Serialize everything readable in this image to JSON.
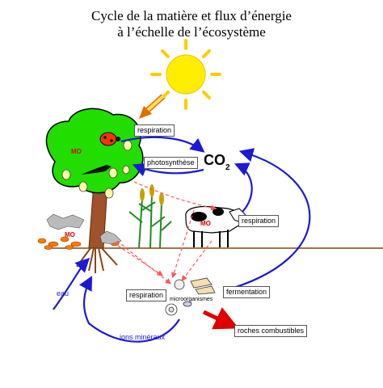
{
  "title": {
    "line1": "Cycle de la matière et flux d’énergie",
    "line2": "à l’échelle de l’écosystème"
  },
  "labels": {
    "respiration_tree": "respiration",
    "photosynthese": "photosynthèse",
    "co2_main": "CO",
    "co2_sub": "2",
    "respiration_cow": "respiration",
    "respiration_soil": "respiration",
    "fermentation": "fermentation",
    "microorganismes": "microorganismes",
    "roches_combustibles": "roches combustibles",
    "eau": "eau",
    "ions_mineraux": "ions minéraux",
    "mo": "MO"
  },
  "colors": {
    "cycle_arrow": "#1a1ad6",
    "energy_arrow": "#e00000",
    "sun": "#ffee00",
    "tree_crown": "#22dd00",
    "trunk": "#8b4513",
    "soil_line": "#8b4513",
    "dashed_flow": "#ff5555"
  }
}
